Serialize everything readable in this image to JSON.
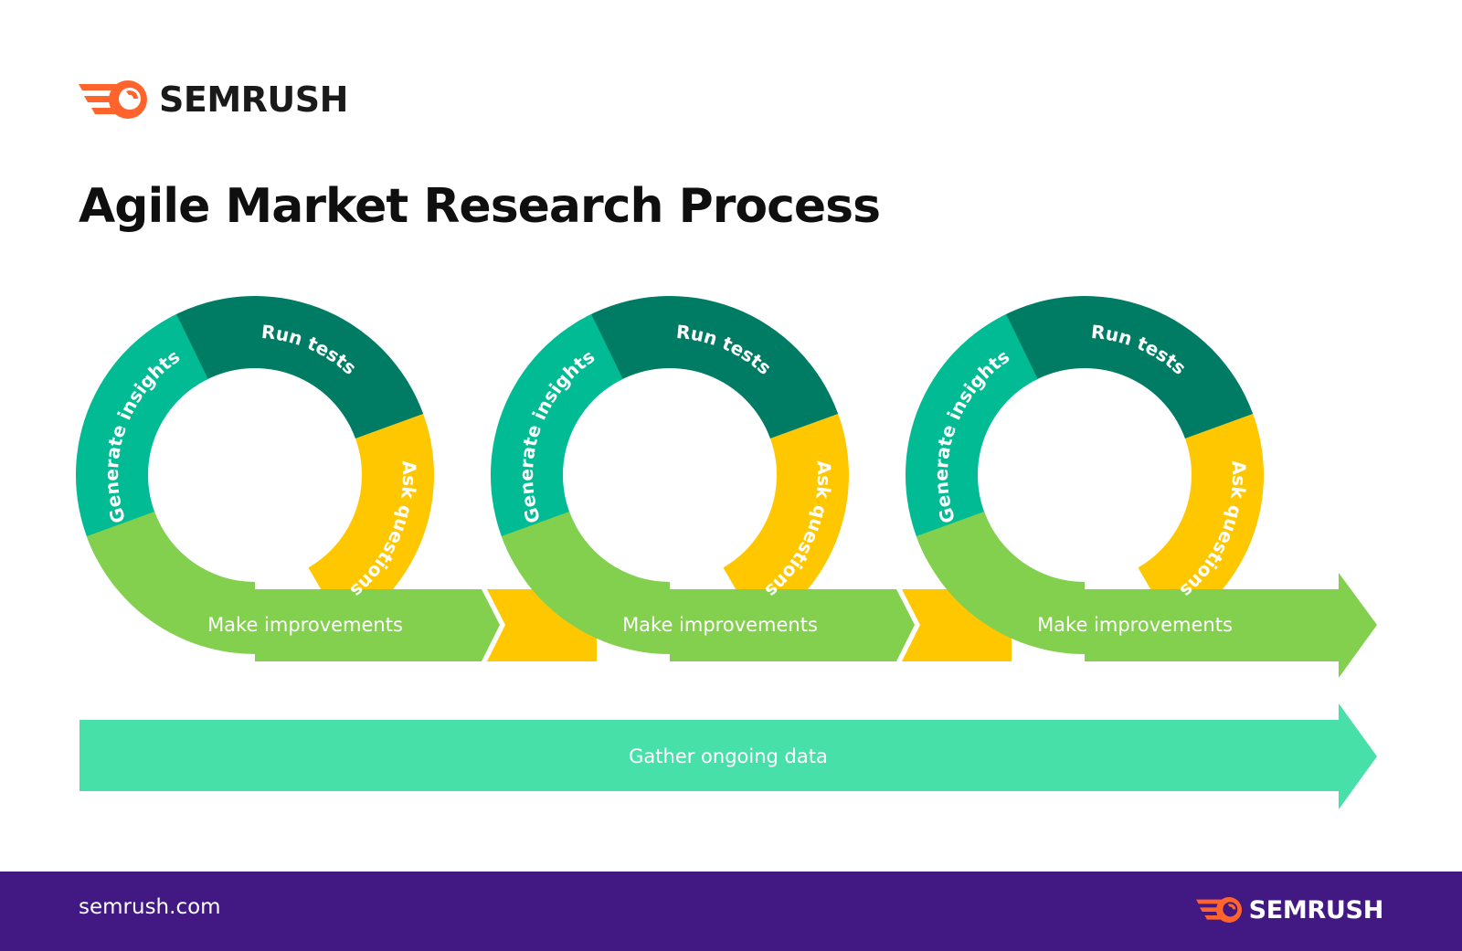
{
  "brand": {
    "name": "SEMRUSH",
    "logo_color": "#FF642D"
  },
  "title": "Agile Market Research Process",
  "cycles": [
    {
      "segments": {
        "generate": "Generate insights",
        "run": "Run tests",
        "ask": "Ask questions",
        "improve": "Make improvements"
      }
    },
    {
      "segments": {
        "generate": "Generate insights",
        "run": "Run tests",
        "ask": "Ask questions",
        "improve": "Make improvements"
      }
    },
    {
      "segments": {
        "generate": "Generate insights",
        "run": "Run tests",
        "ask": "Ask questions",
        "improve": "Make improvements"
      }
    }
  ],
  "ongoing_arrow": "Gather ongoing data",
  "colors": {
    "generate": "#00BB93",
    "run": "#007C65",
    "ask": "#FFC700",
    "improve": "#83D04F",
    "ongoing": "#47E0A8",
    "footer": "#421983"
  },
  "footer": {
    "site": "semrush.com",
    "brand": "SEMRUSH"
  }
}
